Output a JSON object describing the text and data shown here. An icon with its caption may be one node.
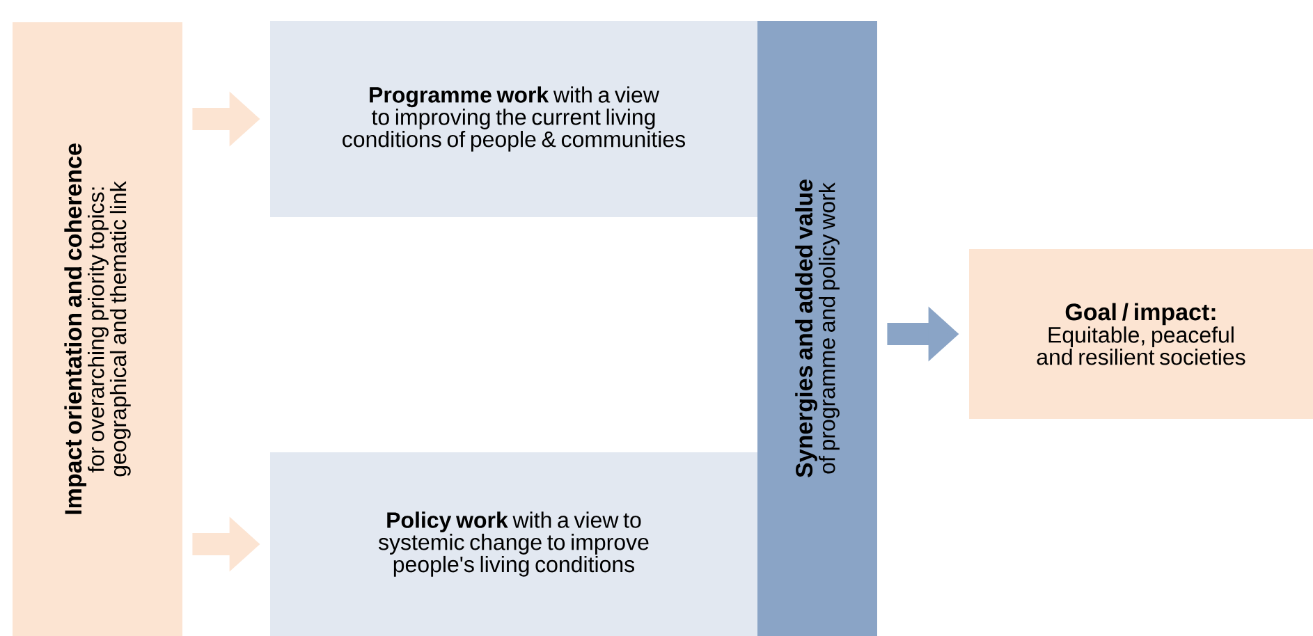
{
  "diagram": {
    "nodes": [
      {
        "text": [
          "Impact orientation and coherence",
          "for overarching priority topics: geographical and thematic link"
        ]
      },
      {
        "text": [
          "**Programme work** with a view to improving the current living conditions of people & communities"
        ]
      },
      {
        "text": [
          "**Policy work** with a view to systemic change to improve people's living conditions"
        ]
      },
      {
        "text": [
          "Synergies and added value",
          "of programme and policy work"
        ]
      },
      {
        "text": [
          "Goal / impact:",
          "Equitable, peaceful and resilient societies"
        ]
      }
    ],
    "edges": [
      {
        "from": 0,
        "to": 1,
        "arrow": "to"
      },
      {
        "from": 0,
        "to": 2,
        "arrow": "to"
      },
      {
        "from": 3,
        "to": 4,
        "arrow": "to",
        "color": "#8aa4c6"
      }
    ]
  }
}
